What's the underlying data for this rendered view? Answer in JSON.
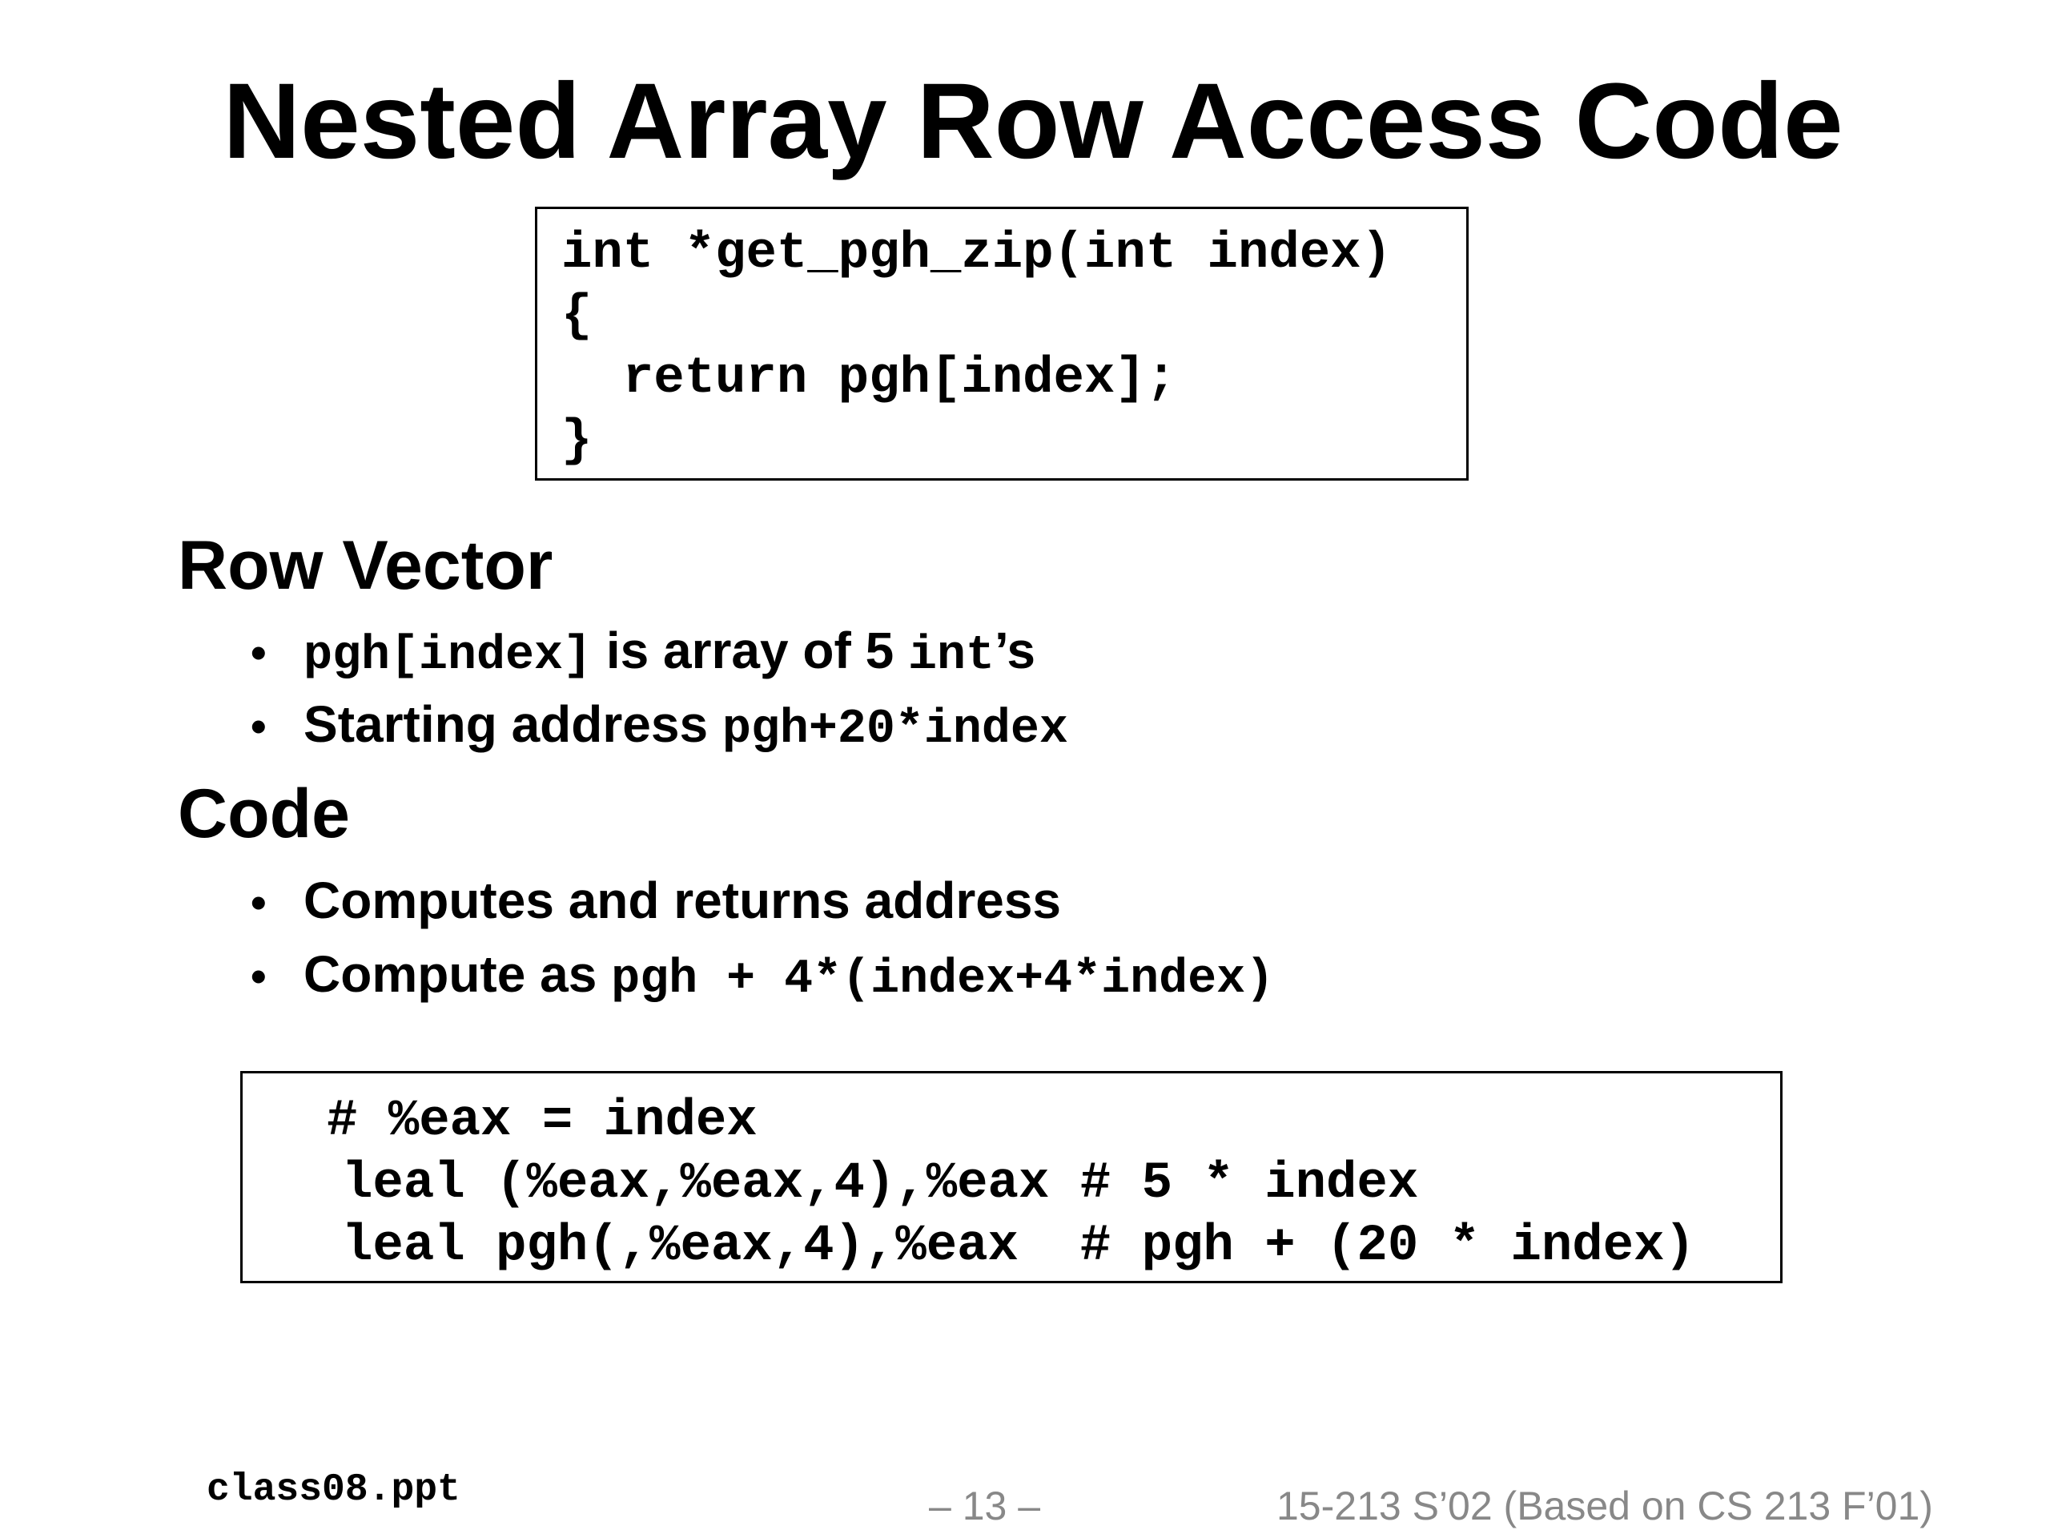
{
  "slide": {
    "title": "Nested Array Row Access Code"
  },
  "code_top": {
    "lines": [
      "int *get_pgh_zip(int index)",
      "{",
      "  return pgh[index];",
      "}"
    ]
  },
  "sections": {
    "row_vector": {
      "heading": "Row Vector",
      "bullet1": {
        "code": "pgh[index]",
        "text_mid": " is array of 5 ",
        "code2": "int",
        "text_end": "’s"
      },
      "bullet2": {
        "text": "Starting address ",
        "code": "pgh+20*index"
      }
    },
    "code": {
      "heading": "Code",
      "bullet1": {
        "text": "Computes and returns address"
      },
      "bullet2": {
        "text": "Compute as ",
        "code": "pgh + 4*(index+4*index)"
      }
    }
  },
  "code_bottom": {
    "lines": [
      "# %eax = index",
      "leal (%eax,%eax,4),%eax # 5 * index",
      "leal pgh(,%eax,4),%eax  # pgh + (20 * index)"
    ]
  },
  "footer": {
    "left": "class08.ppt",
    "center": "– 13 –",
    "right": "15-213 S’02 (Based on CS 213 F’01)"
  },
  "bullet_glyph": "•"
}
